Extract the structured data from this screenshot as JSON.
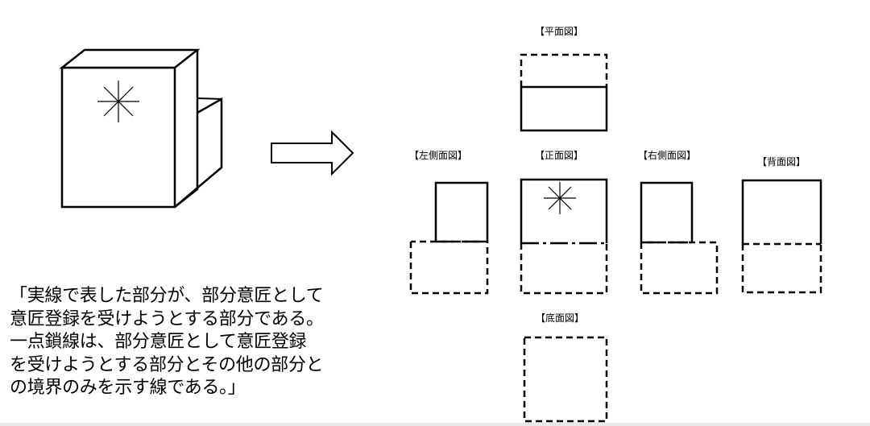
{
  "views": {
    "plan": "【平面図】",
    "left_side": "【左側面図】",
    "front": "【正面図】",
    "right_side": "【右側面図】",
    "back": "【背面図】",
    "bottom": "【底面図】"
  },
  "caption_lines": [
    "「実線で表した部分が、部分意匠として",
    "意匠登録を受けようとする部分である。",
    "一点鎖線は、部分意匠として意匠登録",
    "を受けようとする部分とその他の部分と",
    "の境界のみを示す線である。」"
  ]
}
